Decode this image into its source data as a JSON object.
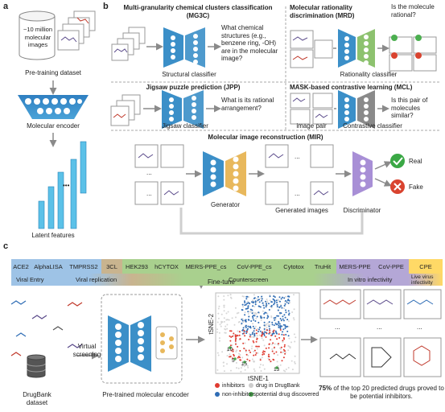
{
  "panels": {
    "a": "a",
    "b": "b",
    "c": "c"
  },
  "panel_a": {
    "dataset_text": "~10 million molecular images",
    "dataset_label": "Pre-training dataset",
    "encoder_label": "Molecular encoder",
    "features_label": "Latent features"
  },
  "panel_b": {
    "mg3c": {
      "title": "Multi-granularity chemical clusters classification (MG3C)",
      "question": "What chemical structures (e.g., benzene ring, -OH) are in the molecular image?",
      "classifier": "Structural classifier"
    },
    "mrd": {
      "title": "Molecular rationality discrimination (MRD)",
      "question": "Is the molecule rational?",
      "classifier": "Rationality  classifier"
    },
    "jpp": {
      "title": "Jigsaw puzzle prediction (JPP)",
      "question": "What is its rational arrangement?",
      "classifier": "Jigsaw classifier"
    },
    "mcl": {
      "title": "MASK-based contrastive learning (MCL)",
      "question": "Is this pair of molecules similar?",
      "pair_label": "image pair",
      "classifier": "Contrastive classifier"
    },
    "mir": {
      "title": "Molecular image reconstruction (MIR)",
      "generator": "Generator",
      "generated": "Generated images",
      "discriminator": "Discriminator",
      "real": "Real",
      "fake": "Fake",
      "ellipsis": "..."
    }
  },
  "panel_c": {
    "targets": [
      "ACE2",
      "AlphaLISA",
      "TMPRSS2",
      "3CL",
      "HEK293",
      "hCYTOX",
      "MERS-PPE_cs",
      "CoV-PPE_cs",
      "Cytotox",
      "TruHit",
      "MERS-PPE",
      "CoV-PPE",
      "CPE"
    ],
    "target_colors": [
      "#9ec3e6",
      "#9ec3e6",
      "#9ec3e6",
      "#c9b48f",
      "#a9d08e",
      "#a9d08e",
      "#a9d08e",
      "#a9d08e",
      "#a9d08e",
      "#a9d08e",
      "#b4a7d6",
      "#b4a7d6",
      "#ffd966"
    ],
    "categories": [
      "Viral Entry",
      "Viral replication",
      "Counterscreen",
      "In vitro infectivity",
      "Live virus infectivity"
    ],
    "fine_tune": "Fine-tune",
    "virtual_screening": "Virtual screening",
    "drugbank_label": "DrugBank dataset",
    "pretrained_label": "Pre-trained molecular encoder",
    "tsne_x": "tSNE-1",
    "tsne_y": "tSNE-2",
    "tsne_ranks": [
      "10",
      "5",
      "13",
      "15"
    ],
    "legend": [
      {
        "label": "inhibitors",
        "color": "#e03c31"
      },
      {
        "label": "drug in DrugBank",
        "color": "#cccccc"
      },
      {
        "label": "non-inhibitors",
        "color": "#2f6db5"
      },
      {
        "label": "potential drug discovered",
        "color": "#4caf50"
      }
    ],
    "result_bold": "75%",
    "result_text": "of the top 20 predicted drugs proved to be potential inhibitors.",
    "ellipsis": "..."
  },
  "colors": {
    "encoder_blue": "#3b8fc8",
    "encoder_green": "#8dc26f",
    "encoder_gold": "#e8b85c",
    "encoder_gray": "#8a8a8a",
    "encoder_purple": "#a88fd6",
    "arrow_gray": "#9a9a9a",
    "node_blue": "#5bc1e8"
  }
}
